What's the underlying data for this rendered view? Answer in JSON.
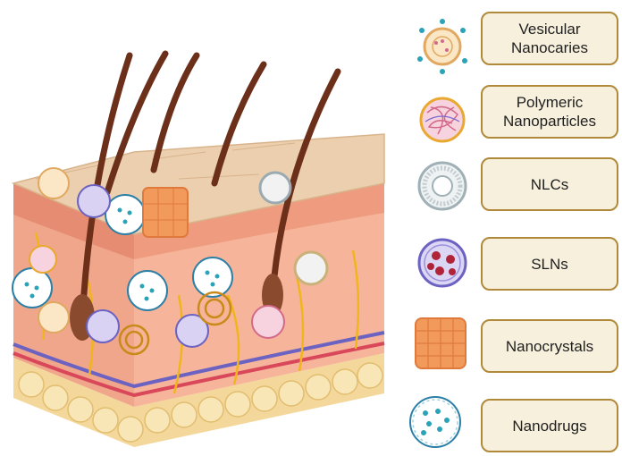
{
  "legend": {
    "items": [
      {
        "label": "Vesicular Nanocaries",
        "icon": "vesicular-nanocarrier-icon"
      },
      {
        "label": "Polymeric Nanoparticles",
        "icon": "polymeric-nanoparticle-icon"
      },
      {
        "label": "NLCs",
        "icon": "nlc-icon"
      },
      {
        "label": "SLNs",
        "icon": "sln-icon"
      },
      {
        "label": "Nanocrystals",
        "icon": "nanocrystal-icon"
      },
      {
        "label": "Nanodrugs",
        "icon": "nanodrug-icon"
      }
    ]
  },
  "colors": {
    "label_fill": "#f7f0dd",
    "label_border": "#b08a3a",
    "skin_top": "#eccfae",
    "dermis": "#f3a98c",
    "hypodermis": "#f4d79a",
    "hair": "#6b2f1a",
    "nerve": "#f1b51c",
    "vein": "#6b62c2",
    "artery": "#d9485a"
  }
}
